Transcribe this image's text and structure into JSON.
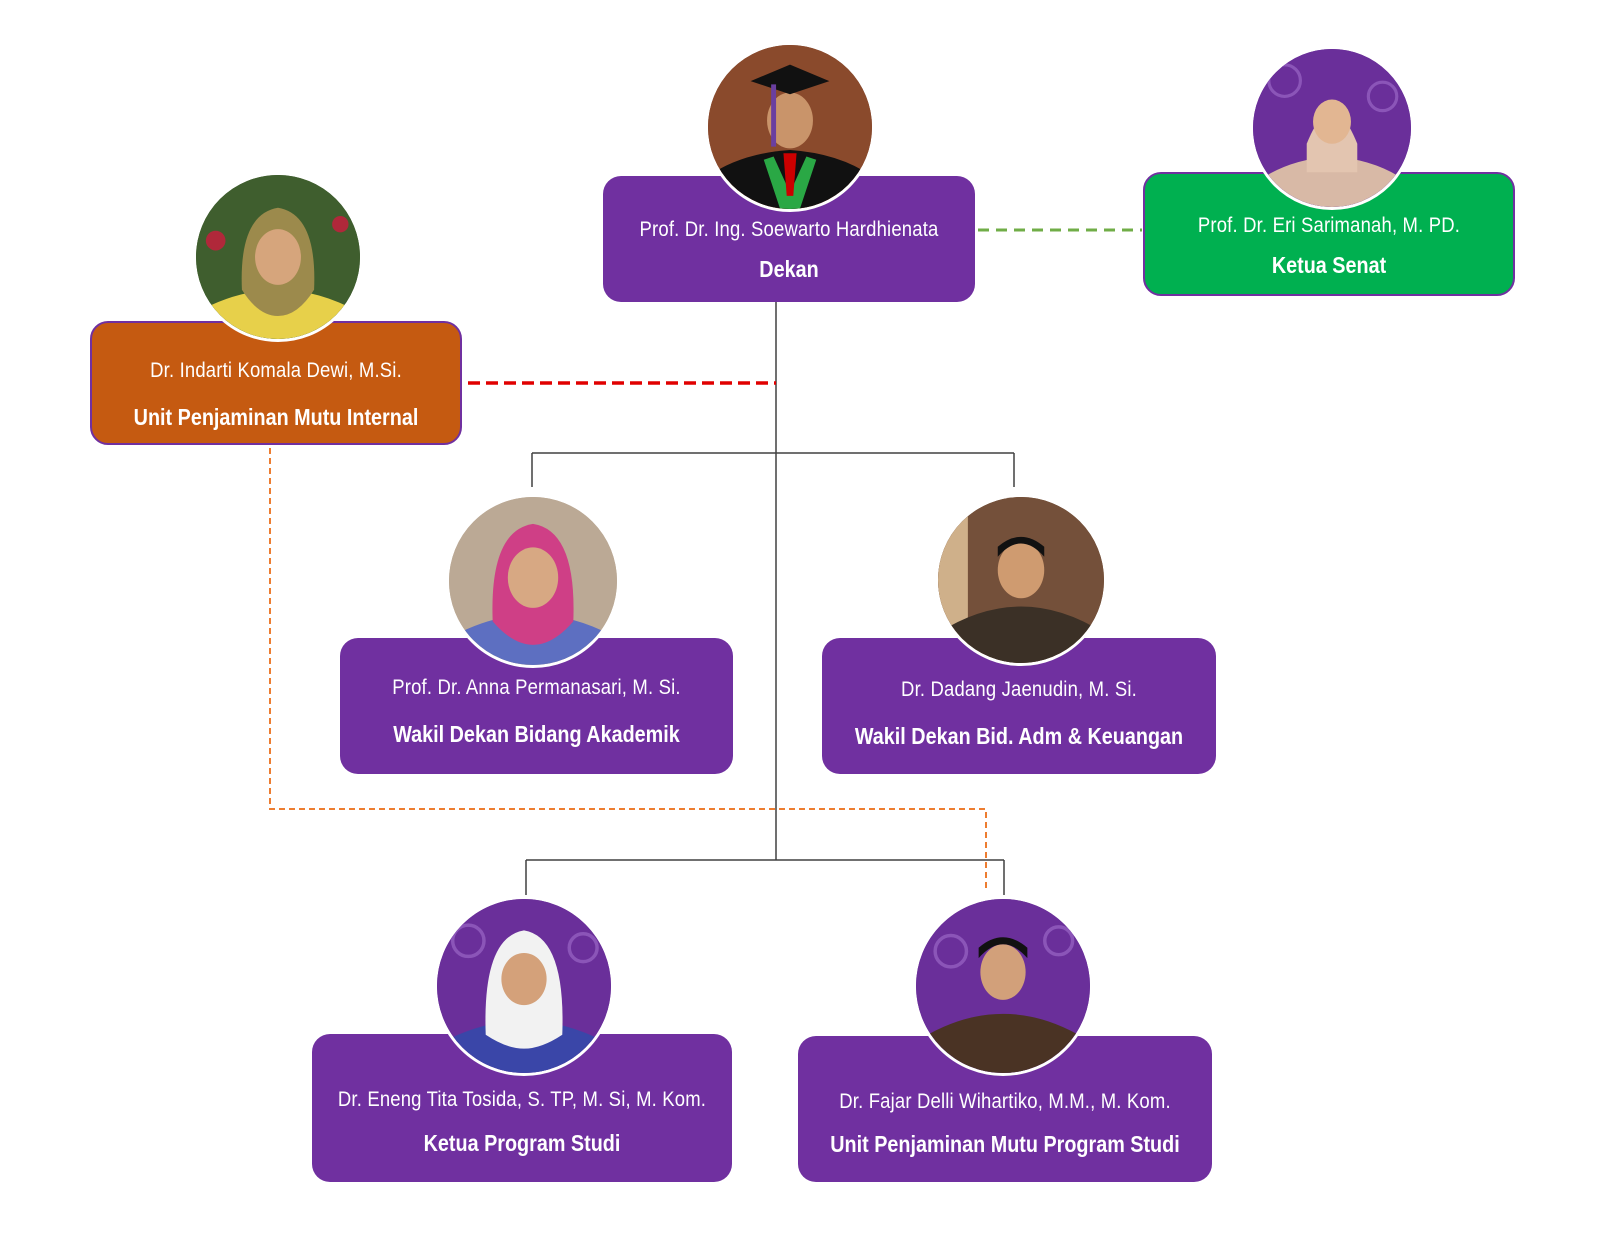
{
  "colors": {
    "purple": "#7030a0",
    "orange": "#c55a11",
    "green": "#00b050",
    "connector": "#404040",
    "senate_link": "#70ad47",
    "qa_link": "#e00000",
    "qa_program_link": "#ed7d31"
  },
  "nodes": {
    "dean": {
      "name": "Prof. Dr. Ing. Soewarto Hardhienata",
      "role": "Dekan",
      "photo": "dean-portrait"
    },
    "senate": {
      "name": "Prof. Dr. Eri Sarimanah, M. PD.",
      "role": "Ketua Senat",
      "photo": "senate-chair-portrait"
    },
    "internal_qa": {
      "name": "Dr. Indarti Komala Dewi, M.Si.",
      "role": "Unit Penjaminan Mutu Internal",
      "photo": "internal-qa-portrait"
    },
    "vice_academic": {
      "name": "Prof. Dr. Anna Permanasari, M. Si.",
      "role": "Wakil Dekan Bidang Akademik",
      "photo": "vice-academic-portrait"
    },
    "vice_admin": {
      "name": "Dr. Dadang Jaenudin, M. Si.",
      "role": "Wakil Dekan Bid. Adm & Keuangan",
      "photo": "vice-admin-portrait"
    },
    "program_head": {
      "name": "Dr. Eneng Tita Tosida, S. TP, M. Si, M. Kom.",
      "role": "Ketua Program Studi",
      "photo": "program-head-portrait"
    },
    "program_qa": {
      "name": "Dr. Fajar Delli Wihartiko, M.M., M. Kom.",
      "role": "Unit Penjaminan Mutu Program Studi",
      "photo": "program-qa-portrait"
    }
  }
}
